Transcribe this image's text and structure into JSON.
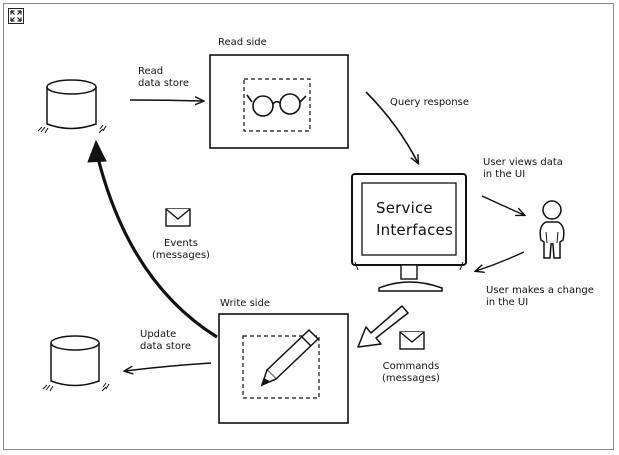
{
  "labels": {
    "read_side": "Read side",
    "write_side": "Write side",
    "read_data_store": "Read\ndata store",
    "update_data_store": "Update\ndata store",
    "query_response": "Query response",
    "user_views_data": "User views data\nin the UI",
    "user_makes_change": "User makes a change\nin the UI",
    "events": "Events\n(messages)",
    "commands": "Commands\n(messages)",
    "service_interfaces": "Service\nInterfaces"
  },
  "icons": {
    "expand": "expand-icon",
    "read_database": "database-icon",
    "write_database": "database-icon",
    "glasses": "glasses-icon",
    "pencil": "pencil-icon",
    "monitor": "monitor-icon",
    "user": "person-icon",
    "envelope_events": "envelope-icon",
    "envelope_commands": "envelope-icon"
  },
  "colors": {
    "ink": "#111111",
    "border": "#8a8a8a",
    "background": "#ffffff"
  }
}
